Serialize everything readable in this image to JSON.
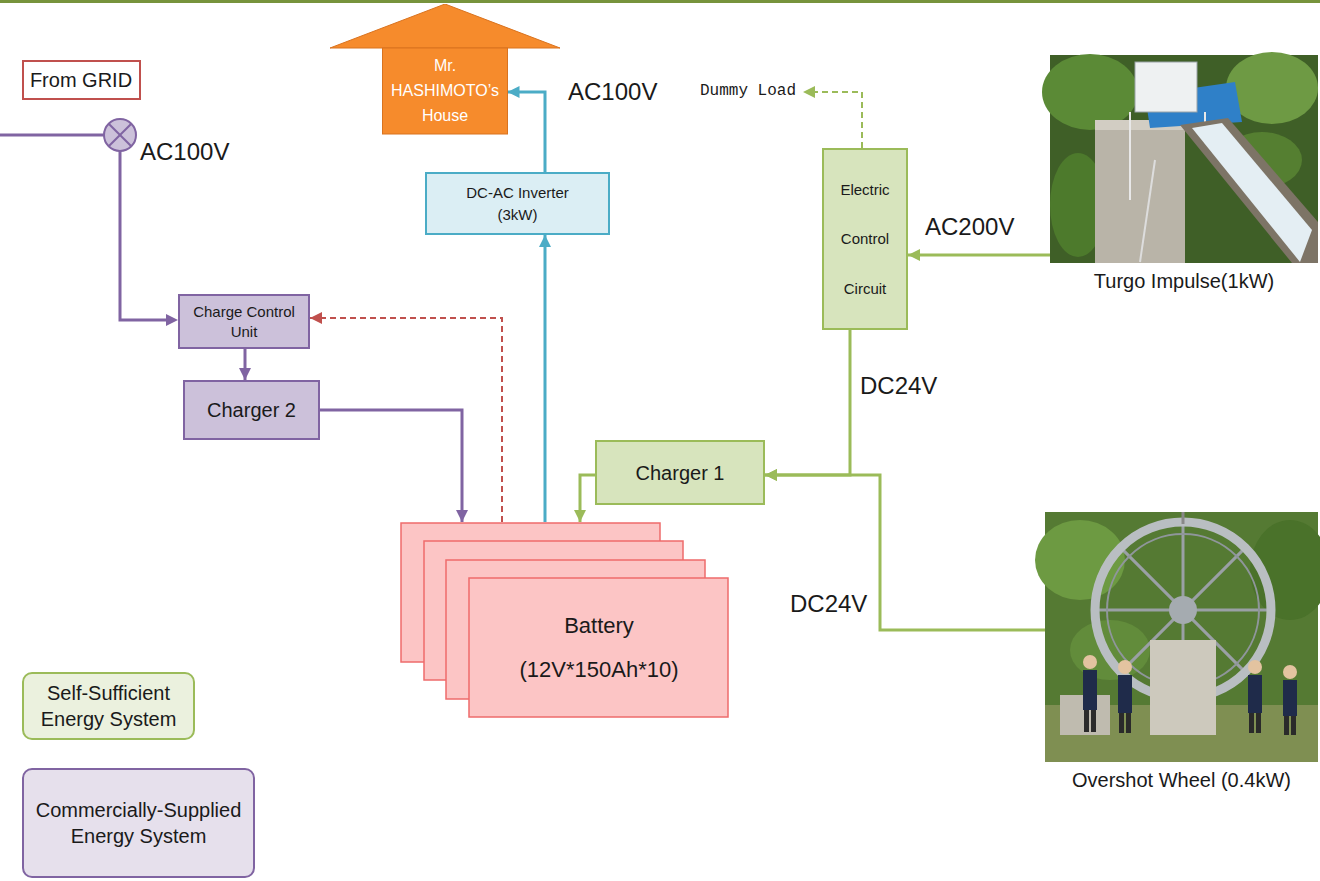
{
  "diagram": {
    "nodes": [
      {
        "text": [
          "From GRID"
        ]
      },
      {
        "text": [
          "Mr. HASHIMOTO’s House"
        ]
      },
      {
        "text": [
          "Electric Control Circuit"
        ]
      },
      {
        "text": [
          "Turgo Impulse(1kW)"
        ]
      },
      {
        "text": [
          "DC-AC Inverter (3kW)"
        ]
      },
      {
        "text": [
          "Charge Control Unit"
        ]
      },
      {
        "text": [
          "Charger 1"
        ]
      },
      {
        "text": [
          "Charger 2"
        ]
      },
      {
        "text": [
          "Battery (12V*150Ah*10)"
        ]
      },
      {
        "text": [
          "Overshot Wheel (0.4kW)"
        ]
      }
    ],
    "edges": [
      {
        "from": 4,
        "to": 1,
        "arrow": "to",
        "label": "AC100V"
      },
      {
        "from": 3,
        "to": 2,
        "arrow": "to",
        "label": "AC200V"
      },
      {
        "from": 2,
        "to": 6,
        "arrow": "to",
        "label": "DC24V"
      },
      {
        "from": 9,
        "to": 6,
        "arrow": "to",
        "label": "DC24V"
      },
      {
        "from": 6,
        "to": 8,
        "arrow": "to"
      },
      {
        "from": 7,
        "to": 8,
        "arrow": "to"
      },
      {
        "from": 5,
        "to": 7,
        "arrow": "to"
      },
      {
        "from": 8,
        "to": 4,
        "arrow": "to"
      },
      {
        "from": 8,
        "to": 5,
        "arrow": "to"
      }
    ],
    "labels": [
      "Dummy Load",
      "AC100V"
    ],
    "legend": [
      {
        "text": "Self-Sufficient Energy System",
        "color": "#ebf1de"
      },
      {
        "text": "Commercially-Supplied Energy System",
        "color": "#e6e0ec"
      }
    ]
  }
}
